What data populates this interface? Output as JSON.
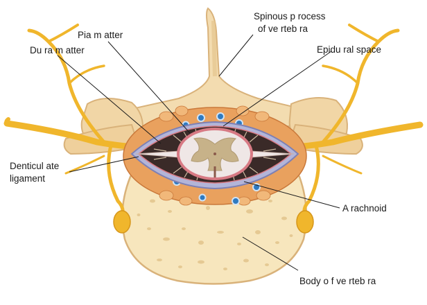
{
  "labels": {
    "spinous_line1": "Spinous p rocess",
    "spinous_line2": "of ve rteb ra",
    "pia": "Pia m atter",
    "dura": "Du ra m atter",
    "epidural": "Epidu ral space",
    "denticulate_line1": "Denticul ate",
    "denticulate_line2": "ligament",
    "arachnoid": "A rachnoid",
    "body": "Body o f ve rteb ra"
  },
  "colors": {
    "bone": "#f3dcb0",
    "bone_edge": "#d9b27a",
    "body_bone": "#f7e6bd",
    "nerve": "#f0b62c",
    "dura": "#b3b5d8",
    "pia": "#d77a84",
    "white_matter": "#efe7e6",
    "gray_matter": "#c7b289",
    "vessel": "#2f7ac0",
    "fat": "#e9a15e"
  }
}
